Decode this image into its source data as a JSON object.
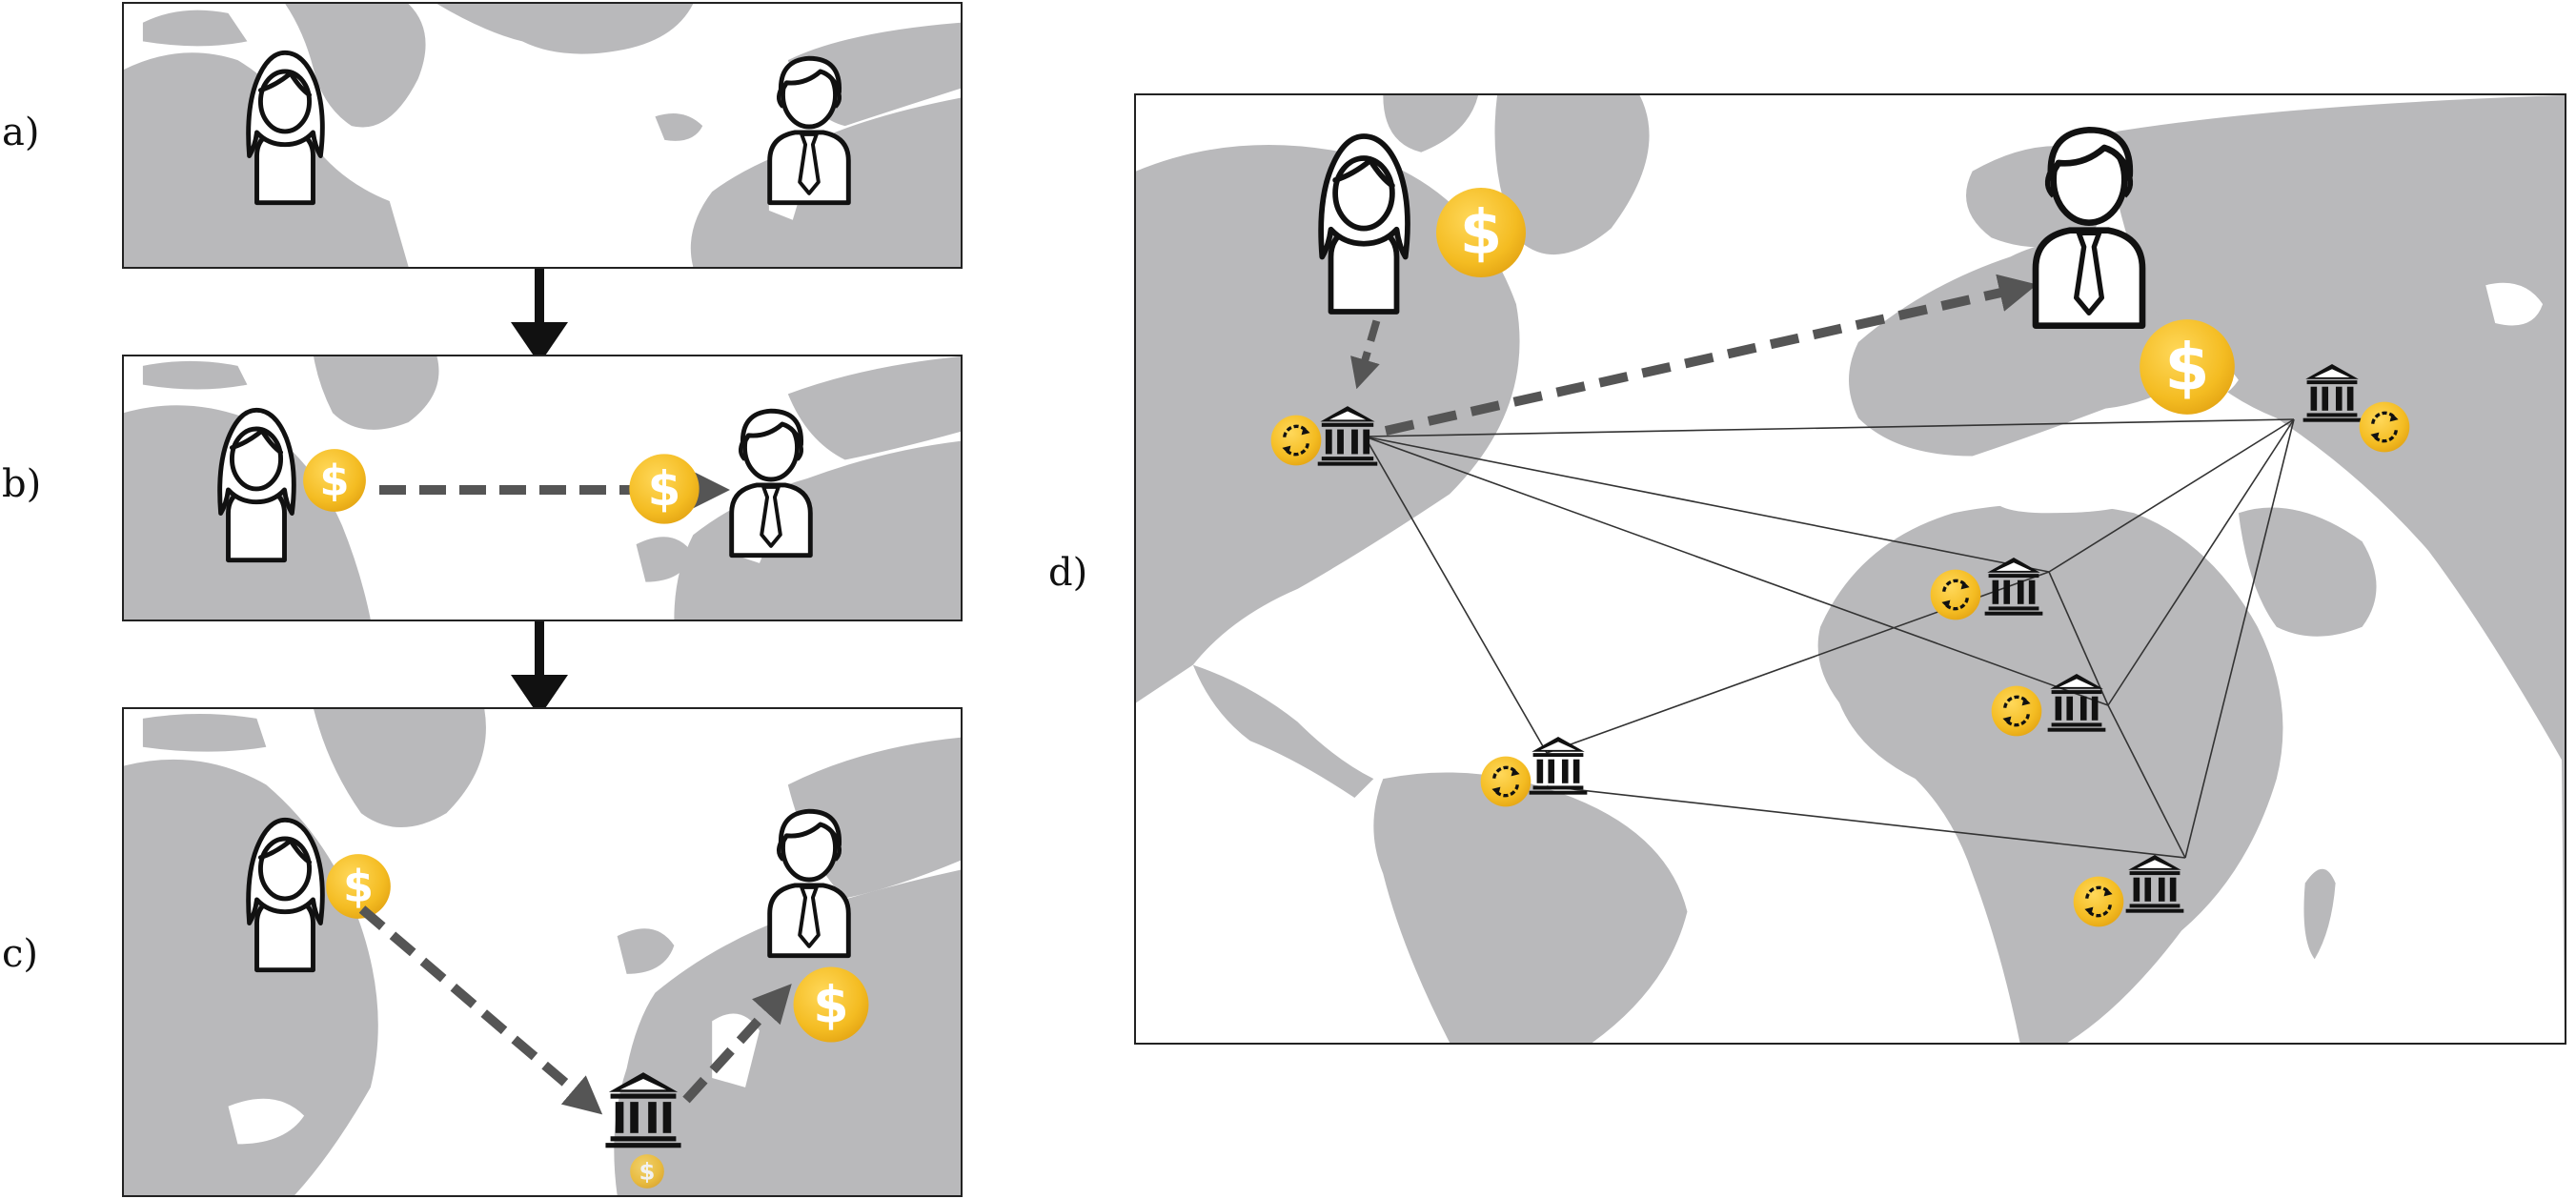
{
  "labels": {
    "a": "a)",
    "b": "b)",
    "c": "c)",
    "d": "d)"
  },
  "colors": {
    "land": "#b9b9bb",
    "water": "#ffffff",
    "coin": "#f4c02b",
    "coin_rim": "#e0a818",
    "arrow": "#555555",
    "flow_arrow": "#111111",
    "link": "#333333"
  },
  "icons": {
    "sender": "woman-icon",
    "receiver": "man-with-tie-icon",
    "money": "dollar-coin-icon",
    "bank": "bank-icon",
    "exchange": "exchange-coin-icon"
  }
}
